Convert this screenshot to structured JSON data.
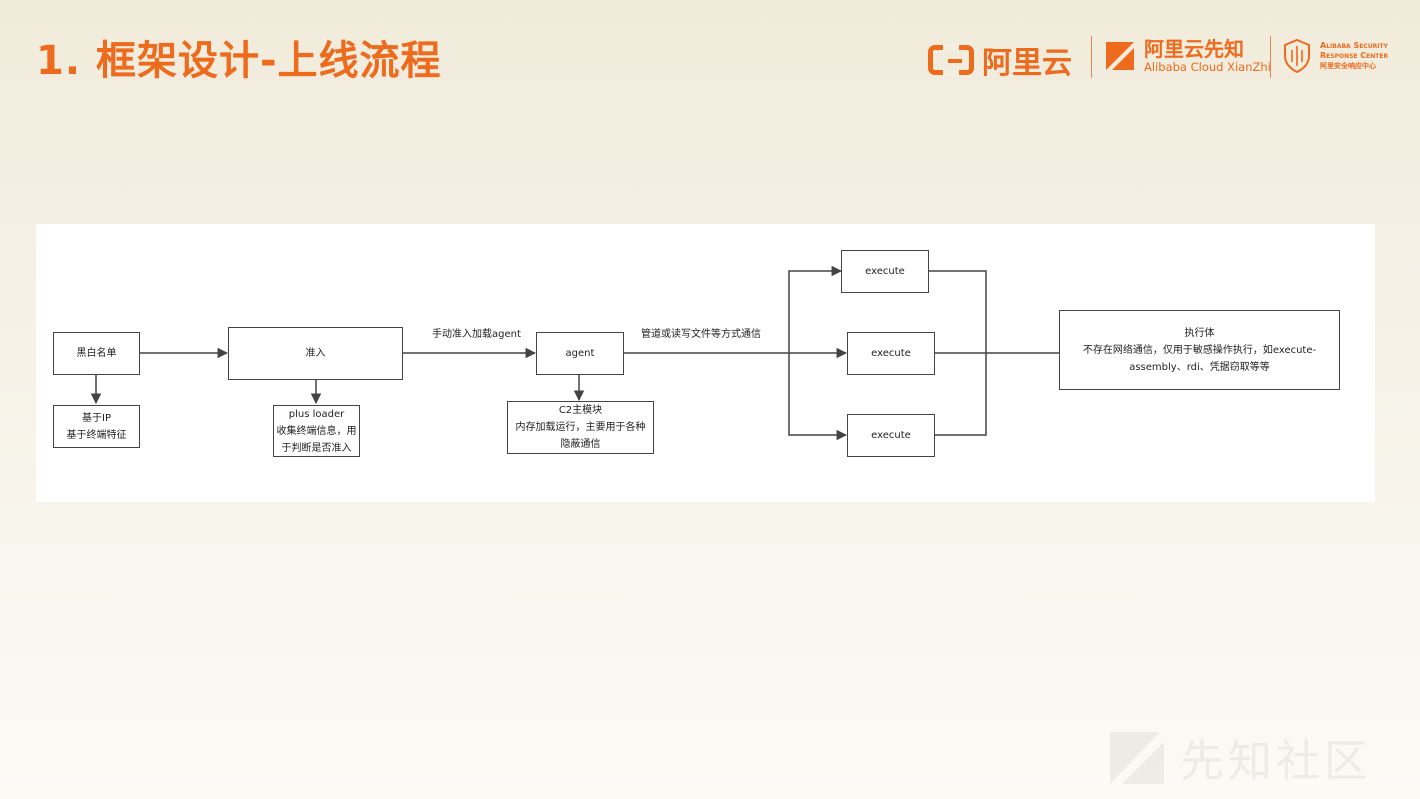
{
  "title": "1. 框架设计-上线流程",
  "logos": {
    "aliyun": "阿里云",
    "xianzhi_cn": "阿里云先知",
    "xianzhi_en": "Alibaba Cloud XianZhi",
    "src_line1": "Alibaba Security",
    "src_line2": "Response Center",
    "src_line3": "阿里安全响应中心"
  },
  "colors": {
    "accent": "#ee6a1c",
    "line": "#444444"
  },
  "diagram": {
    "nodes": {
      "blackwhite": "黑白名单",
      "basis": [
        "基于IP",
        "基于终端特征"
      ],
      "admit": "准入",
      "loader": [
        "plus loader",
        "收集终端信息，用",
        "于判断是否准入"
      ],
      "agent": "agent",
      "c2": [
        "C2主模块",
        "内存加载运行，主要用于各种",
        "隐蔽通信"
      ],
      "exec1": "execute",
      "exec2": "execute",
      "exec3": "execute",
      "executor": [
        "执行体",
        "不存在网络通信，仅用于敏感操作执行，如execute-",
        "assembly、rdi、凭据窃取等等"
      ]
    },
    "edges": {
      "load_agent": "手动准入加载agent",
      "comm": "管道或读写文件等方式通信"
    }
  },
  "watermark": "先知社区"
}
